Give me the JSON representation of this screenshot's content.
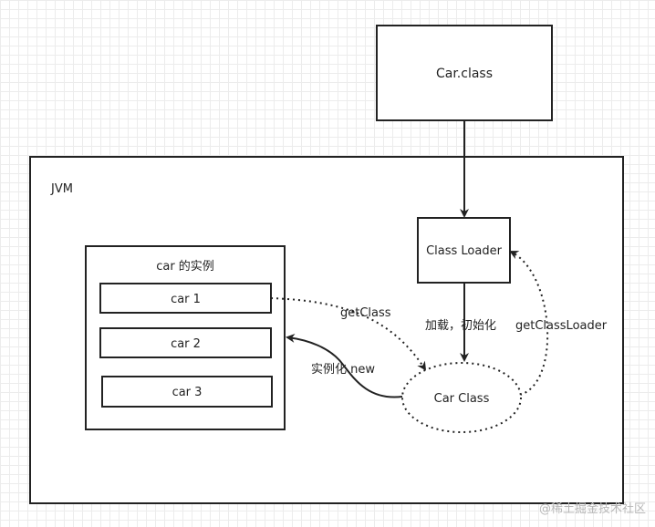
{
  "diagram": {
    "car_class_file": "Car.class",
    "jvm_label": "JVM",
    "class_loader": "Class Loader",
    "instances_title": "car 的实例",
    "instances": [
      "car 1",
      "car 2",
      "car 3"
    ],
    "car_class_object": "Car Class",
    "edges": {
      "load_init": "加载，初始化",
      "get_class": "getClass",
      "instantiate_new": "实例化 new",
      "get_class_loader": "getClassLoader"
    }
  },
  "watermark": "@稀土掘金技术社区"
}
